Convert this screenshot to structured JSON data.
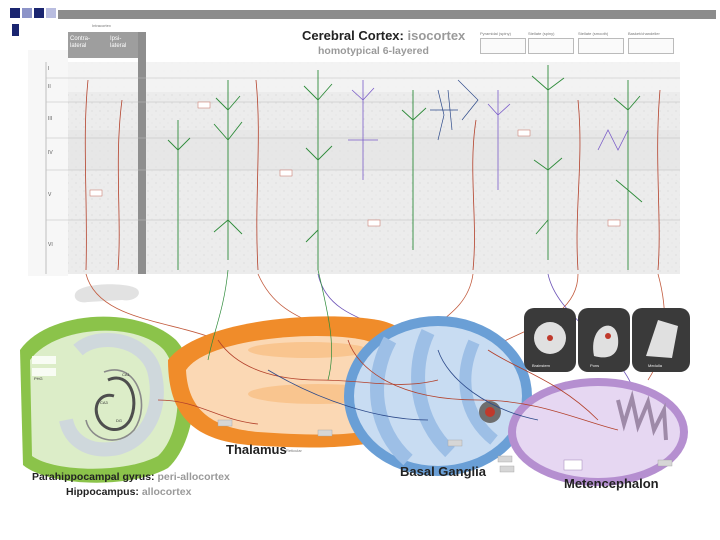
{
  "slide": {
    "corner_colors": [
      "#1a2570",
      "#8c93c8",
      "#1a2570",
      "#b9bde0"
    ],
    "bar_color": "#8c8c8c"
  },
  "figure": {
    "cortex": {
      "title_bold": "Cerebral Cortex:",
      "title_rest": " isocortex",
      "subtitle": "homotypical 6-layered",
      "side_label": "Intracortex",
      "column_left": "Contra-lateral",
      "column_right": "Ipsi-lateral",
      "layers": [
        "I",
        "II",
        "III",
        "IV",
        "V",
        "VI"
      ],
      "legend": [
        "Pyramidal (spiny)",
        "Stellate (spiny)",
        "Stellate (smooth)",
        "Basket/chandelier"
      ]
    },
    "hippocampus": {
      "line1_bold": "Parahippocampal gyrus:",
      "line1_rest": " peri-allocortex",
      "line2_bold": "Hippocampus:",
      "line2_rest": " allocortex",
      "inner_labels": [
        "CA1",
        "CA3",
        "DG",
        "PHG"
      ],
      "color": "#8bc34a"
    },
    "thalamus": {
      "label": "Thalamus",
      "note": "Reticular",
      "color": "#f08c2a"
    },
    "basal_ganglia": {
      "label": "Basal Ganglia",
      "color": "#6a9fd6"
    },
    "metencephalon": {
      "label": "Metencephalon",
      "color": "#b58fd0"
    },
    "brainstem_labels": [
      "Brainstem",
      "Pons",
      "Medulla"
    ]
  }
}
